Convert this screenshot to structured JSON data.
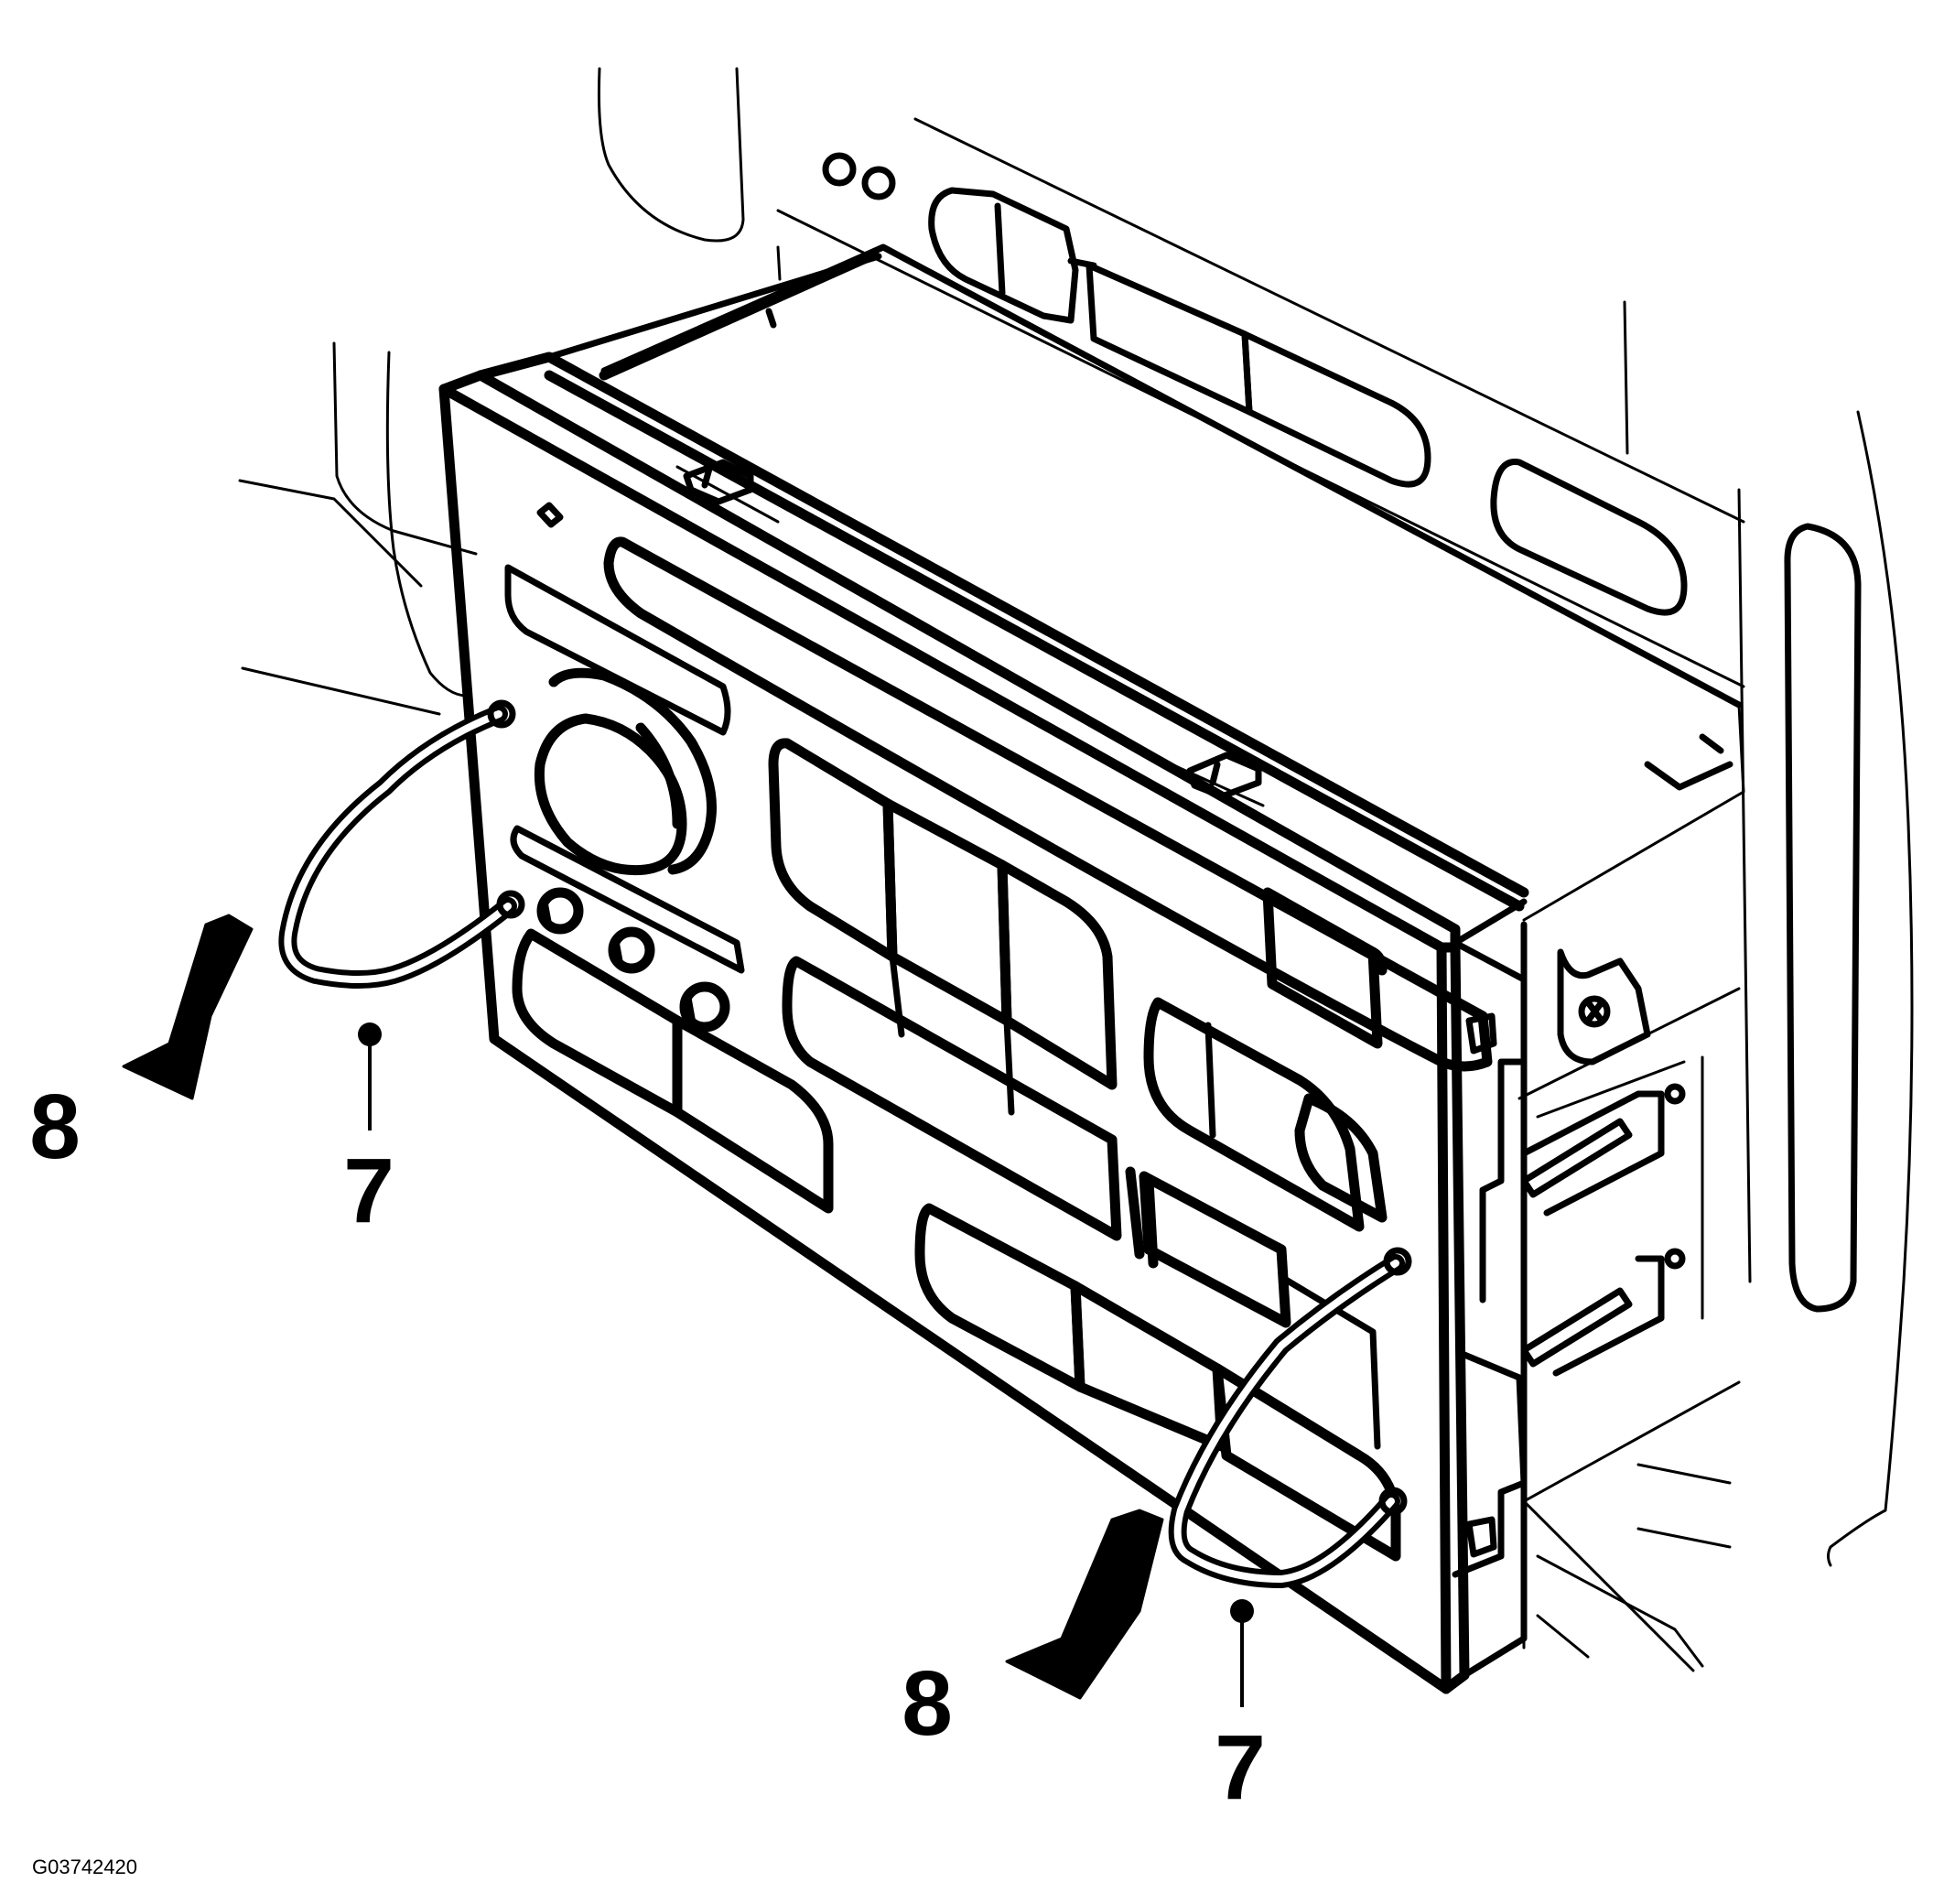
{
  "diagram": {
    "callouts": [
      {
        "id": "label-8-left",
        "text": "8"
      },
      {
        "id": "label-7-left",
        "text": "7"
      },
      {
        "id": "label-8-right",
        "text": "8"
      },
      {
        "id": "label-7-right",
        "text": "7"
      }
    ],
    "figure_id": "G03742420"
  }
}
